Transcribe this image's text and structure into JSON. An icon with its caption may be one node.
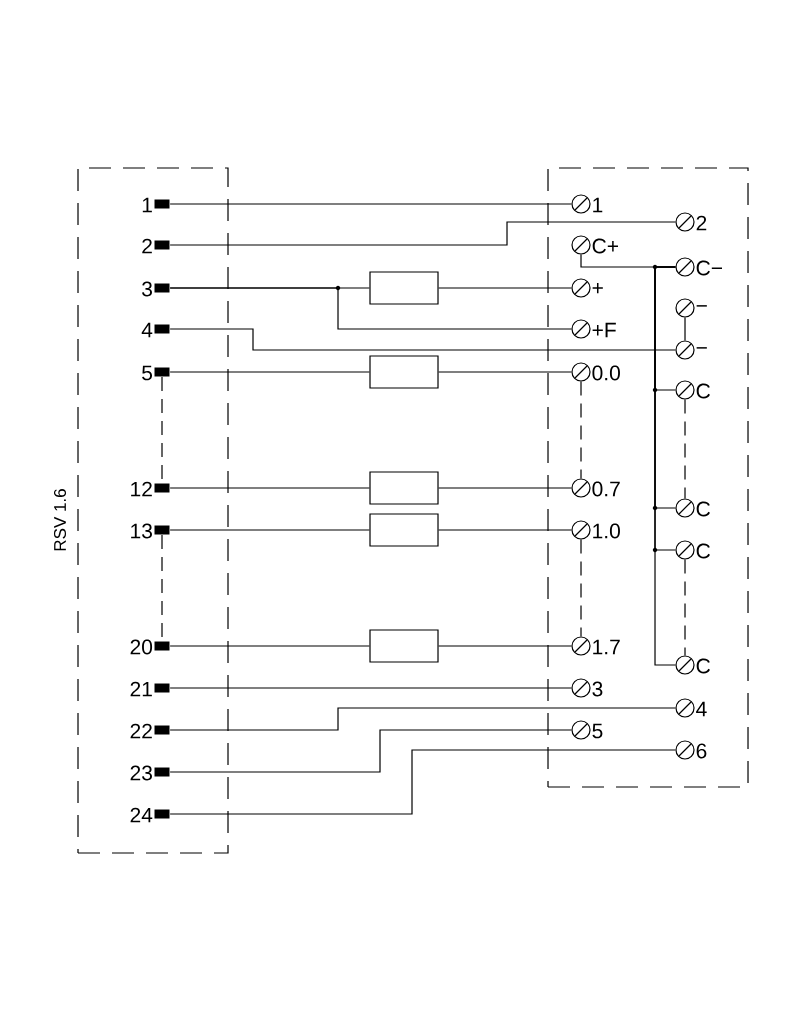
{
  "diagram": {
    "nodes": [
      {
        "text": [],
        "shape": "box"
      },
      {
        "text": [
          "1"
        ],
        "in": 0
      },
      {
        "text": [
          "2"
        ],
        "in": 0
      },
      {
        "text": [
          "3"
        ],
        "in": 0
      },
      {
        "text": [
          "4"
        ],
        "in": 0
      },
      {
        "text": [
          "5"
        ],
        "in": 0
      },
      {
        "text": [
          "12"
        ],
        "in": 0
      },
      {
        "text": [
          "13"
        ],
        "in": 0
      },
      {
        "text": [
          "20"
        ],
        "in": 0
      },
      {
        "text": [
          "21"
        ],
        "in": 0
      },
      {
        "text": [
          "22"
        ],
        "in": 0
      },
      {
        "text": [
          "23"
        ],
        "in": 0
      },
      {
        "text": [
          "24"
        ],
        "in": 0
      },
      {
        "text": [],
        "shape": "box"
      },
      {
        "text": [
          "1"
        ],
        "in": 13
      },
      {
        "text": [
          "2"
        ],
        "in": 13
      },
      {
        "text": [
          "C+"
        ],
        "in": 13
      },
      {
        "text": [
          "C−"
        ],
        "in": 13
      },
      {
        "text": [
          "+"
        ],
        "in": 13
      },
      {
        "text": [
          "−"
        ],
        "in": 13
      },
      {
        "text": [
          "+F"
        ],
        "in": 13
      },
      {
        "text": [
          "−"
        ],
        "in": 13
      },
      {
        "text": [
          "0.0"
        ],
        "in": 13
      },
      {
        "text": [
          "C"
        ],
        "in": 13
      },
      {
        "text": [
          "0.7"
        ],
        "in": 13
      },
      {
        "text": [
          "C"
        ],
        "in": 13
      },
      {
        "text": [
          "1.0"
        ],
        "in": 13
      },
      {
        "text": [
          "C"
        ],
        "in": 13
      },
      {
        "text": [
          "1.7"
        ],
        "in": 13
      },
      {
        "text": [
          "C"
        ],
        "in": 13
      },
      {
        "text": [
          "3"
        ],
        "in": 13
      },
      {
        "text": [
          "4"
        ],
        "in": 13
      },
      {
        "text": [
          "5"
        ],
        "in": 13
      },
      {
        "text": [
          "6"
        ],
        "in": 13
      },
      {
        "text": [],
        "shape": "box"
      },
      {
        "text": [],
        "shape": "box"
      },
      {
        "text": [],
        "shape": "box"
      },
      {
        "text": [],
        "shape": "box"
      },
      {
        "text": [],
        "shape": "box"
      }
    ],
    "edges": [
      {
        "from": 1,
        "to": 14,
        "arrow": "none"
      },
      {
        "from": 2,
        "to": 15,
        "arrow": "none"
      },
      {
        "from": 3,
        "to": 34,
        "arrow": "none"
      },
      {
        "from": 34,
        "to": 18,
        "arrow": "none"
      },
      {
        "from": 3,
        "to": 20,
        "arrow": "none"
      },
      {
        "from": 4,
        "to": 21,
        "arrow": "none"
      },
      {
        "from": 5,
        "to": 35,
        "arrow": "none"
      },
      {
        "from": 35,
        "to": 22,
        "arrow": "none"
      },
      {
        "from": 6,
        "to": 36,
        "arrow": "none"
      },
      {
        "from": 36,
        "to": 24,
        "arrow": "none"
      },
      {
        "from": 7,
        "to": 37,
        "arrow": "none"
      },
      {
        "from": 37,
        "to": 26,
        "arrow": "none"
      },
      {
        "from": 8,
        "to": 38,
        "arrow": "none"
      },
      {
        "from": 38,
        "to": 28,
        "arrow": "none"
      },
      {
        "from": 9,
        "to": 30,
        "arrow": "none"
      },
      {
        "from": 10,
        "to": 31,
        "arrow": "none"
      },
      {
        "from": 11,
        "to": 32,
        "arrow": "none"
      },
      {
        "from": 12,
        "to": 33,
        "arrow": "none"
      },
      {
        "from": 16,
        "to": 17,
        "arrow": "none"
      },
      {
        "from": 17,
        "to": 23,
        "arrow": "none"
      },
      {
        "from": 17,
        "to": 25,
        "arrow": "none"
      },
      {
        "from": 17,
        "to": 27,
        "arrow": "none"
      },
      {
        "from": 17,
        "to": 29,
        "arrow": "none"
      },
      {
        "from": 19,
        "to": 21,
        "arrow": "none"
      },
      {
        "from": 5,
        "to": 6,
        "arrow": "none",
        "style": "dashed"
      },
      {
        "from": 7,
        "to": 8,
        "arrow": "none",
        "style": "dashed"
      },
      {
        "from": 22,
        "to": 24,
        "arrow": "none",
        "style": "dashed"
      },
      {
        "from": 26,
        "to": 28,
        "arrow": "none",
        "style": "dashed"
      },
      {
        "from": 23,
        "to": 25,
        "arrow": "none",
        "style": "dashed"
      },
      {
        "from": 27,
        "to": 29,
        "arrow": "none",
        "style": "dashed"
      }
    ],
    "labels": [
      "RSV 1.6"
    ]
  }
}
